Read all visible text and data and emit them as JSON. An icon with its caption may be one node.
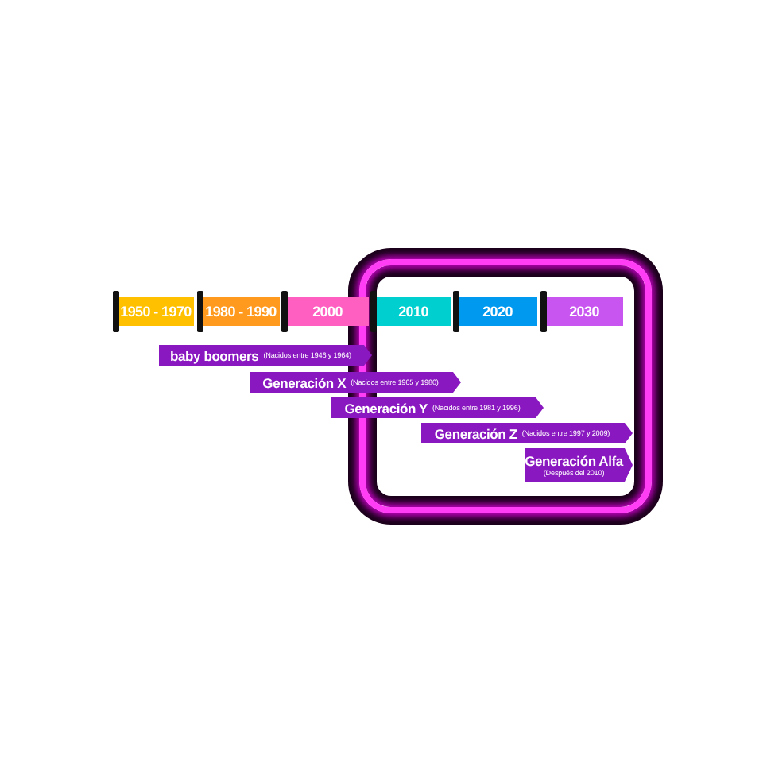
{
  "diagram": {
    "nodes": [
      {
        "text": [
          "1950 - 1970"
        ]
      },
      {
        "text": [
          "1980 - 1990"
        ]
      },
      {
        "text": [
          "2000"
        ]
      },
      {
        "text": [
          "2010"
        ]
      },
      {
        "text": [
          "2020"
        ]
      },
      {
        "text": [
          "2030"
        ]
      },
      {
        "text": [
          "baby boomers",
          "(Nacidos entre 1946 y 1964)"
        ]
      },
      {
        "text": [
          "Generación X",
          "(Nacidos entre 1965 y 1980)"
        ]
      },
      {
        "text": [
          "Generación Y",
          "(Nacidos entre 1981 y 1996)"
        ]
      },
      {
        "text": [
          "Generación Z",
          "(Nacidos entre 1997 y 2009)"
        ]
      },
      {
        "text": [
          "Generación Alfa",
          "(Después del 2010)"
        ]
      }
    ]
  }
}
